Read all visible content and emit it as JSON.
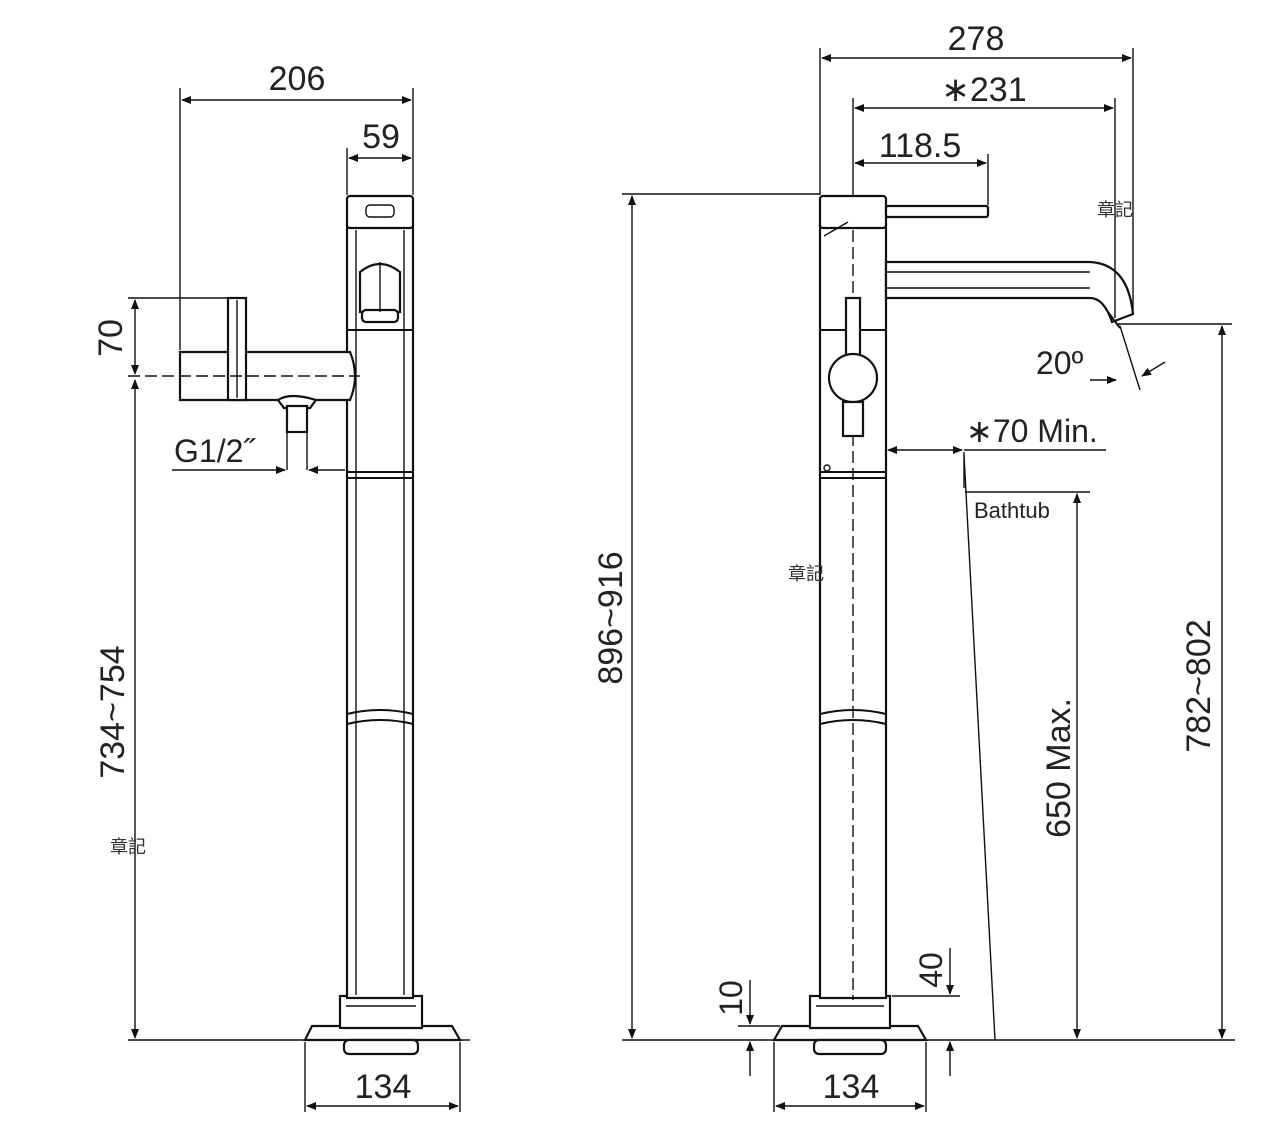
{
  "left_view": {
    "dim_width_total": "206",
    "dim_head_width": "59",
    "dim_handle_height": "70",
    "dim_inlet": "G1/2˝",
    "dim_height": "734~754",
    "dim_base_width": "134"
  },
  "right_view": {
    "dim_reach_total": "278",
    "dim_reach_spout": "∗231",
    "dim_lever": "118.5",
    "dim_angle": "20º",
    "dim_clearance": "∗70 Min.",
    "label_bathtub": "Bathtub",
    "dim_overall_height": "896~916",
    "dim_rim_max": "650 Max.",
    "dim_spout_height": "782~802",
    "dim_base_plate": "10",
    "dim_base_collar": "40",
    "dim_base_width": "134"
  },
  "watermarks": [
    "章記",
    "章記",
    "章記"
  ]
}
